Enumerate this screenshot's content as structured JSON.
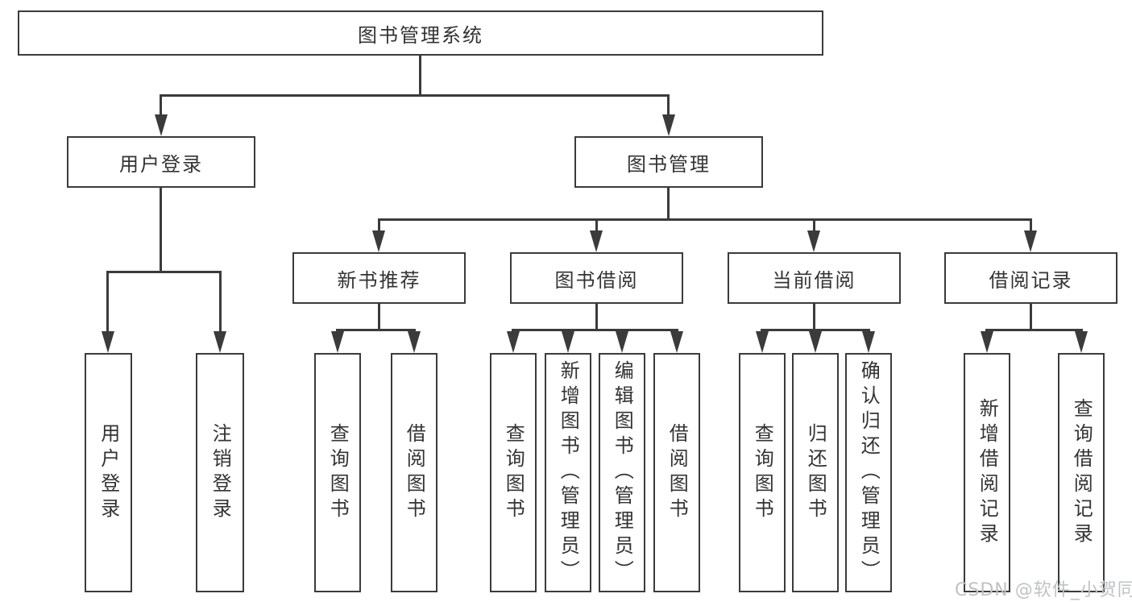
{
  "tree": {
    "root": {
      "label": "图书管理系统"
    },
    "children": [
      {
        "label": "用户登录",
        "children": [
          {
            "label": "用户登录"
          },
          {
            "label": "注销登录"
          }
        ]
      },
      {
        "label": "图书管理",
        "children": [
          {
            "label": "新书推荐",
            "children": [
              {
                "label": "查询图书"
              },
              {
                "label": "借阅图书"
              }
            ]
          },
          {
            "label": "图书借阅",
            "children": [
              {
                "label": "查询图书"
              },
              {
                "label": "新增图书（管理员）"
              },
              {
                "label": "编辑图书（管理员）"
              },
              {
                "label": "借阅图书"
              }
            ]
          },
          {
            "label": "当前借阅",
            "children": [
              {
                "label": "查询图书"
              },
              {
                "label": "归还图书"
              },
              {
                "label": "确认归还（管理员）"
              }
            ]
          },
          {
            "label": "借阅记录",
            "children": [
              {
                "label": "新增借阅记录"
              },
              {
                "label": "查询借阅记录"
              }
            ]
          }
        ]
      }
    ]
  },
  "watermark": {
    "text": "CSDN @软件_小贺同学"
  },
  "colors": {
    "line": "#3b3b3b",
    "text": "#333333",
    "background": "#ffffff",
    "watermark": "#bfc2c5"
  }
}
